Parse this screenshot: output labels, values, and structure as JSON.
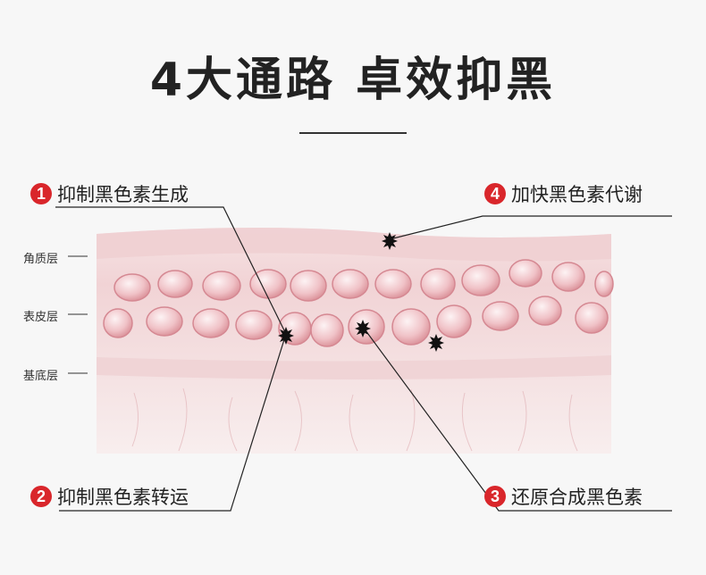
{
  "title": "4大通路 卓效抑黑",
  "callouts": [
    {
      "number": "1",
      "text": "抑制黑色素生成"
    },
    {
      "number": "2",
      "text": "抑制黑色素转运"
    },
    {
      "number": "3",
      "text": "还原合成黑色素"
    },
    {
      "number": "4",
      "text": "加快黑色素代谢"
    }
  ],
  "layers": [
    {
      "label": "角质层"
    },
    {
      "label": "表皮层"
    },
    {
      "label": "基底层"
    }
  ],
  "colors": {
    "accent": "#d9262b",
    "skin": "#f2d6d8",
    "cell": "#e8aeb4",
    "text": "#222222"
  }
}
